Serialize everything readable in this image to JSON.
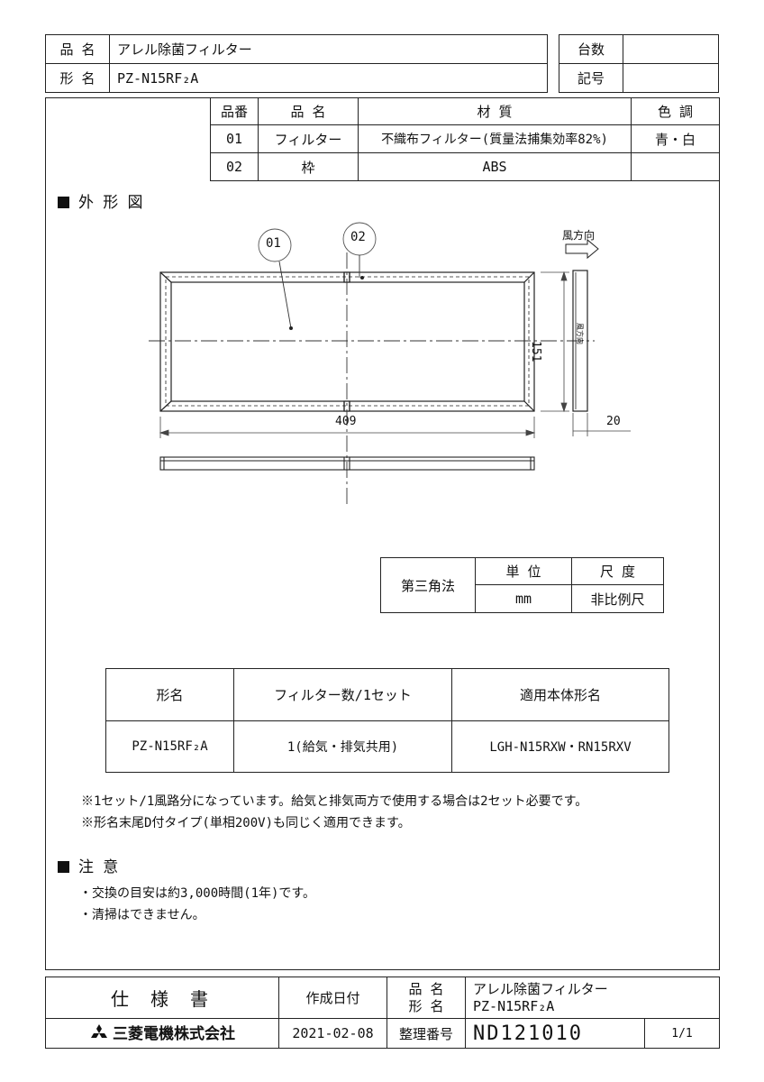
{
  "header": {
    "product_name_label": "品 名",
    "product_name": "アレル除菌フィルター",
    "model_label": "形 名",
    "model": "PZ-N15RF₂A",
    "count_label": "台数",
    "count_value": "",
    "mark_label": "記号",
    "mark_value": ""
  },
  "parts_table": {
    "headers": [
      "品番",
      "品 名",
      "材 質",
      "色 調"
    ],
    "rows": [
      [
        "01",
        "フィルター",
        "不織布フィルター(質量法捕集効率82%)",
        "青・白"
      ],
      [
        "02",
        "枠",
        "ABS",
        ""
      ]
    ]
  },
  "outline_title": "外 形 図",
  "drawing": {
    "callout_01": "01",
    "callout_02": "02",
    "wind_direction": "風方向",
    "dim_height": "151",
    "dim_width": "409",
    "dim_depth": "20",
    "side_label": "風方向"
  },
  "projection_table": {
    "method": "第三角法",
    "unit_label": "単 位",
    "unit_value": "mm",
    "scale_label": "尺 度",
    "scale_value": "非比例尺"
  },
  "spec_table": {
    "headers": [
      "形名",
      "フィルター数/1セット",
      "適用本体形名"
    ],
    "row": [
      "PZ-N15RF₂A",
      "1(給気・排気共用)",
      "LGH-N15RXW・RN15RXV"
    ]
  },
  "notes": [
    "※1セット/1風路分になっています。給気と排気両方で使用する場合は2セット必要です。",
    "※形名末尾D付タイプ(単相200V)も同じく適用できます。"
  ],
  "caution_title": "注 意",
  "cautions": [
    "・交換の目安は約3,000時間(1年)です。",
    "・清掃はできません。"
  ],
  "footer": {
    "doc_type": "仕 様 書",
    "company": "三菱電機株式会社",
    "date_label": "作成日付",
    "date_value": "2021-02-08",
    "name_label": "品 名",
    "model_label": "形 名",
    "number_label": "整理番号",
    "product_name": "アレル除菌フィルター",
    "model": "PZ-N15RF₂A",
    "number": "ND121010",
    "page": "1/1"
  }
}
